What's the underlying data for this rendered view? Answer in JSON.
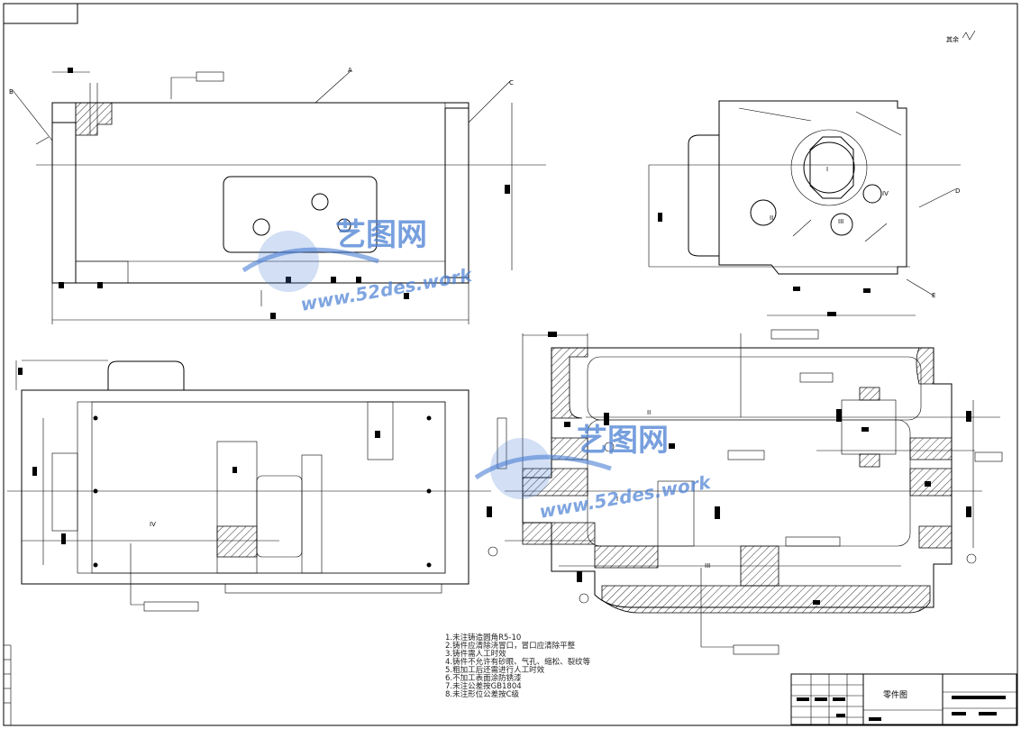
{
  "drawing": {
    "title_block": {
      "name": "零件图"
    },
    "roughness_note": "其余",
    "tech_notes": [
      "1.未注铸造圆角R5-10",
      "2.铸件应清除浇冒口，冒口应清除平整",
      "3.铸件需人工时效",
      "4.铸件不允许有砂眼、气孔、缩松、裂纹等",
      "5.粗加工后还需进行人工时效",
      "6.不加工表面涂防锈漆",
      "7.未注公差按GB1804",
      "8.未注形位公差按C级"
    ],
    "roman_labels": [
      "I",
      "II",
      "III",
      "IV"
    ],
    "datum_labels": [
      "A",
      "B",
      "C",
      "D",
      "E"
    ],
    "watermark": {
      "main": "艺图网",
      "sub": "www.52des.work"
    }
  }
}
